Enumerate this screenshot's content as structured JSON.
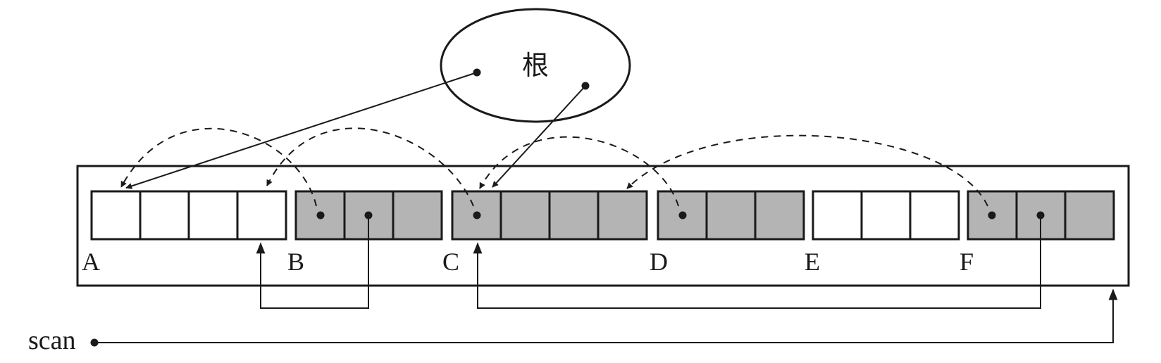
{
  "root": {
    "label": "根"
  },
  "objects": [
    {
      "label": "A",
      "cells": 4,
      "live": false
    },
    {
      "label": "B",
      "cells": 3,
      "live": true
    },
    {
      "label": "C",
      "cells": 4,
      "live": true
    },
    {
      "label": "D",
      "cells": 3,
      "live": true
    },
    {
      "label": "E",
      "cells": 3,
      "live": false
    },
    {
      "label": "F",
      "cells": 3,
      "live": true
    }
  ],
  "scan": {
    "label": "scan"
  },
  "colors": {
    "live_fill": "#b4b4b4",
    "free_fill": "#ffffff",
    "stroke": "#1a1a1a"
  }
}
